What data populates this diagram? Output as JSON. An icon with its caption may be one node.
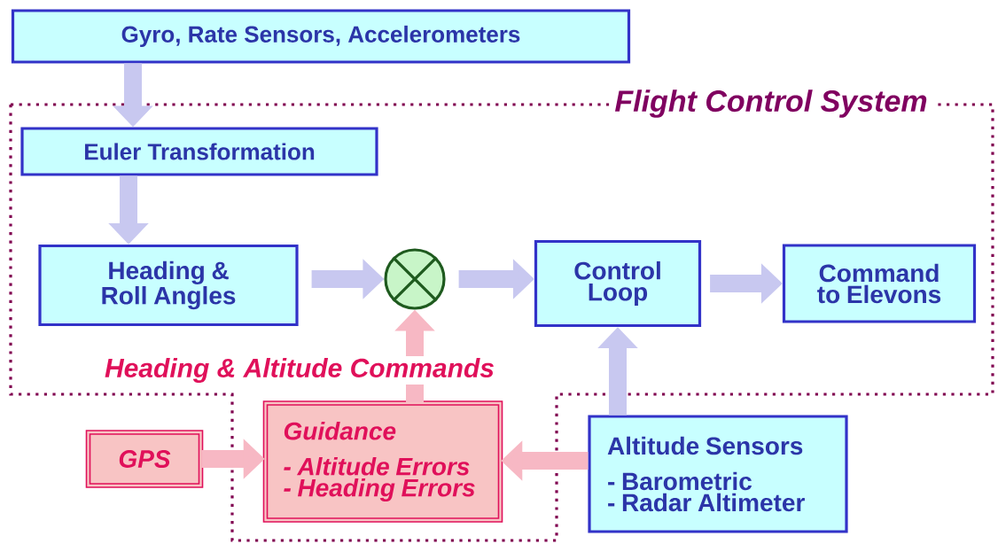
{
  "diagram": {
    "nodes": [
      {
        "text": [
          "Flight Control System"
        ]
      },
      {
        "text": [
          "Gyro, Rate Sensors, Accelerometers"
        ]
      },
      {
        "text": [
          "Euler Transformation"
        ],
        "in": 0
      },
      {
        "text": [
          "Heading & Roll Angles"
        ],
        "in": 0
      },
      {
        "text": [],
        "shape": "circle",
        "in": 0
      },
      {
        "text": [
          "Control Loop"
        ],
        "in": 0
      },
      {
        "text": [
          "Command to Elevons"
        ],
        "in": 0
      },
      {
        "text": [
          "GPS"
        ]
      },
      {
        "text": [
          "Guidance",
          "- Altitude Errors",
          "- Heading Errors"
        ],
        "in": 0
      },
      {
        "text": [
          "Altitude Sensors",
          "- Barometric",
          "- Radar Altimeter"
        ]
      }
    ],
    "edges": [
      {
        "from": 1,
        "to": 2,
        "arrow": "to"
      },
      {
        "from": 2,
        "to": 3,
        "arrow": "to"
      },
      {
        "from": 3,
        "to": 4,
        "arrow": "to"
      },
      {
        "from": 4,
        "to": 5,
        "arrow": "to"
      },
      {
        "from": 5,
        "to": 6,
        "arrow": "to"
      },
      {
        "from": 8,
        "to": 4,
        "arrow": "to",
        "label": "Heading & Altitude Commands",
        "color": "#f7b8c4"
      },
      {
        "from": 7,
        "to": 8,
        "arrow": "to",
        "color": "#f7b8c4"
      },
      {
        "from": 9,
        "to": 8,
        "arrow": "to",
        "color": "#f7b8c4"
      },
      {
        "from": 9,
        "to": 5,
        "arrow": "to"
      }
    ]
  }
}
